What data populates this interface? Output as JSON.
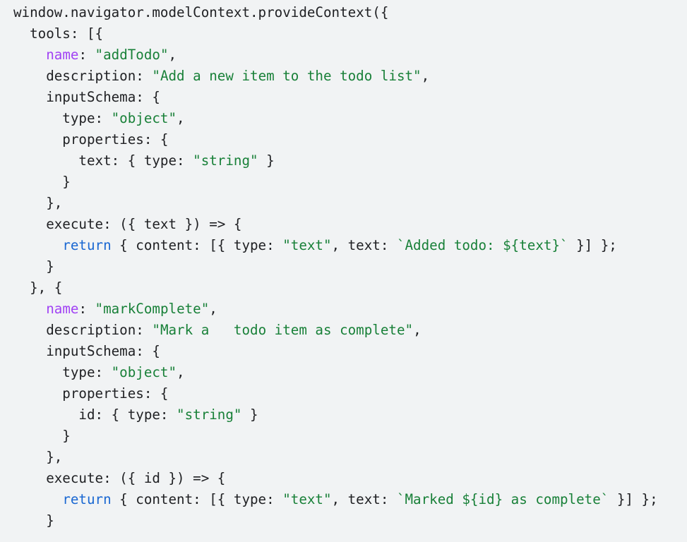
{
  "colors": {
    "background": "#f1f3f4",
    "plain": "#202124",
    "string": "#188038",
    "property": "#a142f4",
    "keyword": "#1967d2"
  },
  "code": {
    "lines": [
      [
        {
          "t": "plain",
          "v": "window.navigator.modelContext.provideContext({"
        }
      ],
      [
        {
          "t": "plain",
          "v": "  tools: [{"
        }
      ],
      [
        {
          "t": "plain",
          "v": "    "
        },
        {
          "t": "prop",
          "v": "name"
        },
        {
          "t": "plain",
          "v": ": "
        },
        {
          "t": "string",
          "v": "\"addTodo\""
        },
        {
          "t": "plain",
          "v": ","
        }
      ],
      [
        {
          "t": "plain",
          "v": "    description: "
        },
        {
          "t": "string",
          "v": "\"Add a new item to the todo list\""
        },
        {
          "t": "plain",
          "v": ","
        }
      ],
      [
        {
          "t": "plain",
          "v": "    inputSchema: {"
        }
      ],
      [
        {
          "t": "plain",
          "v": "      type: "
        },
        {
          "t": "string",
          "v": "\"object\""
        },
        {
          "t": "plain",
          "v": ","
        }
      ],
      [
        {
          "t": "plain",
          "v": "      properties: {"
        }
      ],
      [
        {
          "t": "plain",
          "v": "        text: { type: "
        },
        {
          "t": "string",
          "v": "\"string\""
        },
        {
          "t": "plain",
          "v": " }"
        }
      ],
      [
        {
          "t": "plain",
          "v": "      }"
        }
      ],
      [
        {
          "t": "plain",
          "v": "    },"
        }
      ],
      [
        {
          "t": "plain",
          "v": "    execute: ({ text }) => {"
        }
      ],
      [
        {
          "t": "plain",
          "v": "      "
        },
        {
          "t": "keyword",
          "v": "return"
        },
        {
          "t": "plain",
          "v": " { content: [{ type: "
        },
        {
          "t": "string",
          "v": "\"text\""
        },
        {
          "t": "plain",
          "v": ", text: "
        },
        {
          "t": "string",
          "v": "`Added todo: ${text}`"
        },
        {
          "t": "plain",
          "v": " }] };"
        }
      ],
      [
        {
          "t": "plain",
          "v": "    }"
        }
      ],
      [
        {
          "t": "plain",
          "v": "  }, {"
        }
      ],
      [
        {
          "t": "plain",
          "v": "    "
        },
        {
          "t": "prop",
          "v": "name"
        },
        {
          "t": "plain",
          "v": ": "
        },
        {
          "t": "string",
          "v": "\"markComplete\""
        },
        {
          "t": "plain",
          "v": ","
        }
      ],
      [
        {
          "t": "plain",
          "v": "    description: "
        },
        {
          "t": "string",
          "v": "\"Mark a   todo item as complete\""
        },
        {
          "t": "plain",
          "v": ","
        }
      ],
      [
        {
          "t": "plain",
          "v": "    inputSchema: {"
        }
      ],
      [
        {
          "t": "plain",
          "v": "      type: "
        },
        {
          "t": "string",
          "v": "\"object\""
        },
        {
          "t": "plain",
          "v": ","
        }
      ],
      [
        {
          "t": "plain",
          "v": "      properties: {"
        }
      ],
      [
        {
          "t": "plain",
          "v": "        id: { type: "
        },
        {
          "t": "string",
          "v": "\"string\""
        },
        {
          "t": "plain",
          "v": " }"
        }
      ],
      [
        {
          "t": "plain",
          "v": "      }"
        }
      ],
      [
        {
          "t": "plain",
          "v": "    },"
        }
      ],
      [
        {
          "t": "plain",
          "v": "    execute: ({ id }) => {"
        }
      ],
      [
        {
          "t": "plain",
          "v": "      "
        },
        {
          "t": "keyword",
          "v": "return"
        },
        {
          "t": "plain",
          "v": " { content: [{ type: "
        },
        {
          "t": "string",
          "v": "\"text\""
        },
        {
          "t": "plain",
          "v": ", text: "
        },
        {
          "t": "string",
          "v": "`Marked ${id} as complete`"
        },
        {
          "t": "plain",
          "v": " }] };"
        }
      ],
      [
        {
          "t": "plain",
          "v": "    }"
        }
      ]
    ]
  }
}
